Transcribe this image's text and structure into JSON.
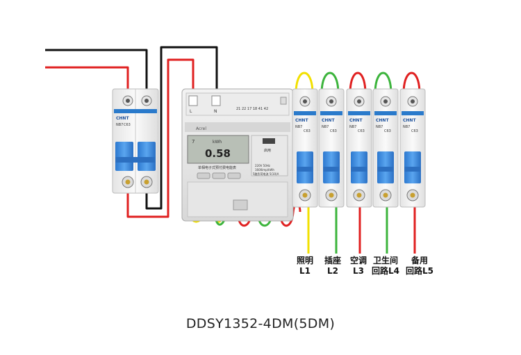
{
  "diagram": {
    "model_caption": "DDSY1352-4DM(5DM)",
    "main_breaker": {
      "brand": "CHNT",
      "model": "NB7",
      "rating": "C63"
    },
    "meter": {
      "terminal_L": "L",
      "terminal_N": "N",
      "reading": "0.58",
      "display_marks": [
        "7",
        "kWh"
      ],
      "pulse_terminals": "21 22 17 18 41 42",
      "brand": "Acrel",
      "side_label": "启用",
      "description": "单相电子式预付费电能表",
      "spec_line1": "220V 50Hz",
      "spec_line2": "1600imp/kWh",
      "spec_line3": "5路负荷电流 5(10)A"
    },
    "branch_breakers": {
      "brand": "CHNT",
      "model": "NB7",
      "rating": "C63"
    },
    "circuits": [
      {
        "name": "照明",
        "code": "L1",
        "wire_color": "#f2e000"
      },
      {
        "name": "插座",
        "code": "L2",
        "wire_color": "#3cb43c"
      },
      {
        "name": "空调",
        "code": "L3",
        "wire_color": "#e02020"
      },
      {
        "name": "卫生间",
        "code": "回路L4",
        "wire_color": "#3cb43c"
      },
      {
        "name": "备用",
        "code": "回路L5",
        "wire_color": "#e02020"
      }
    ],
    "colors": {
      "live": "#e02020",
      "neutral": "#111111",
      "breaker_blue": "#3d8ee0",
      "body": "#f2f2f2"
    }
  }
}
